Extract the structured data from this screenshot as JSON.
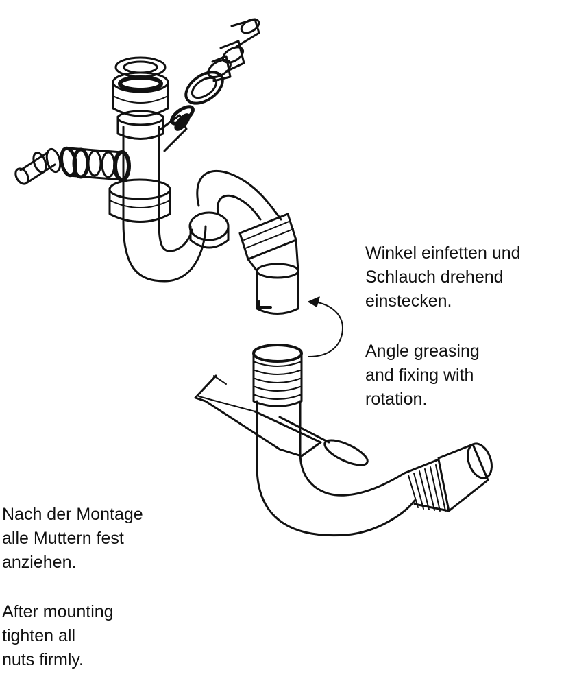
{
  "captions": {
    "grease_de": [
      "Winkel einfetten und",
      "Schlauch drehend",
      "einstecken."
    ],
    "grease_en": [
      "Angle greasing",
      "and fixing with",
      "rotation."
    ],
    "mount_de": [
      "Nach der Montage",
      "alle Muttern fest",
      "anziehen."
    ],
    "mount_en": [
      "After mounting",
      "tighten all",
      "nuts firmly."
    ]
  },
  "colors": {
    "line": "#111111",
    "background": "#ffffff"
  },
  "icons": {
    "rotation_arrow": "curved-arrow-icon"
  }
}
